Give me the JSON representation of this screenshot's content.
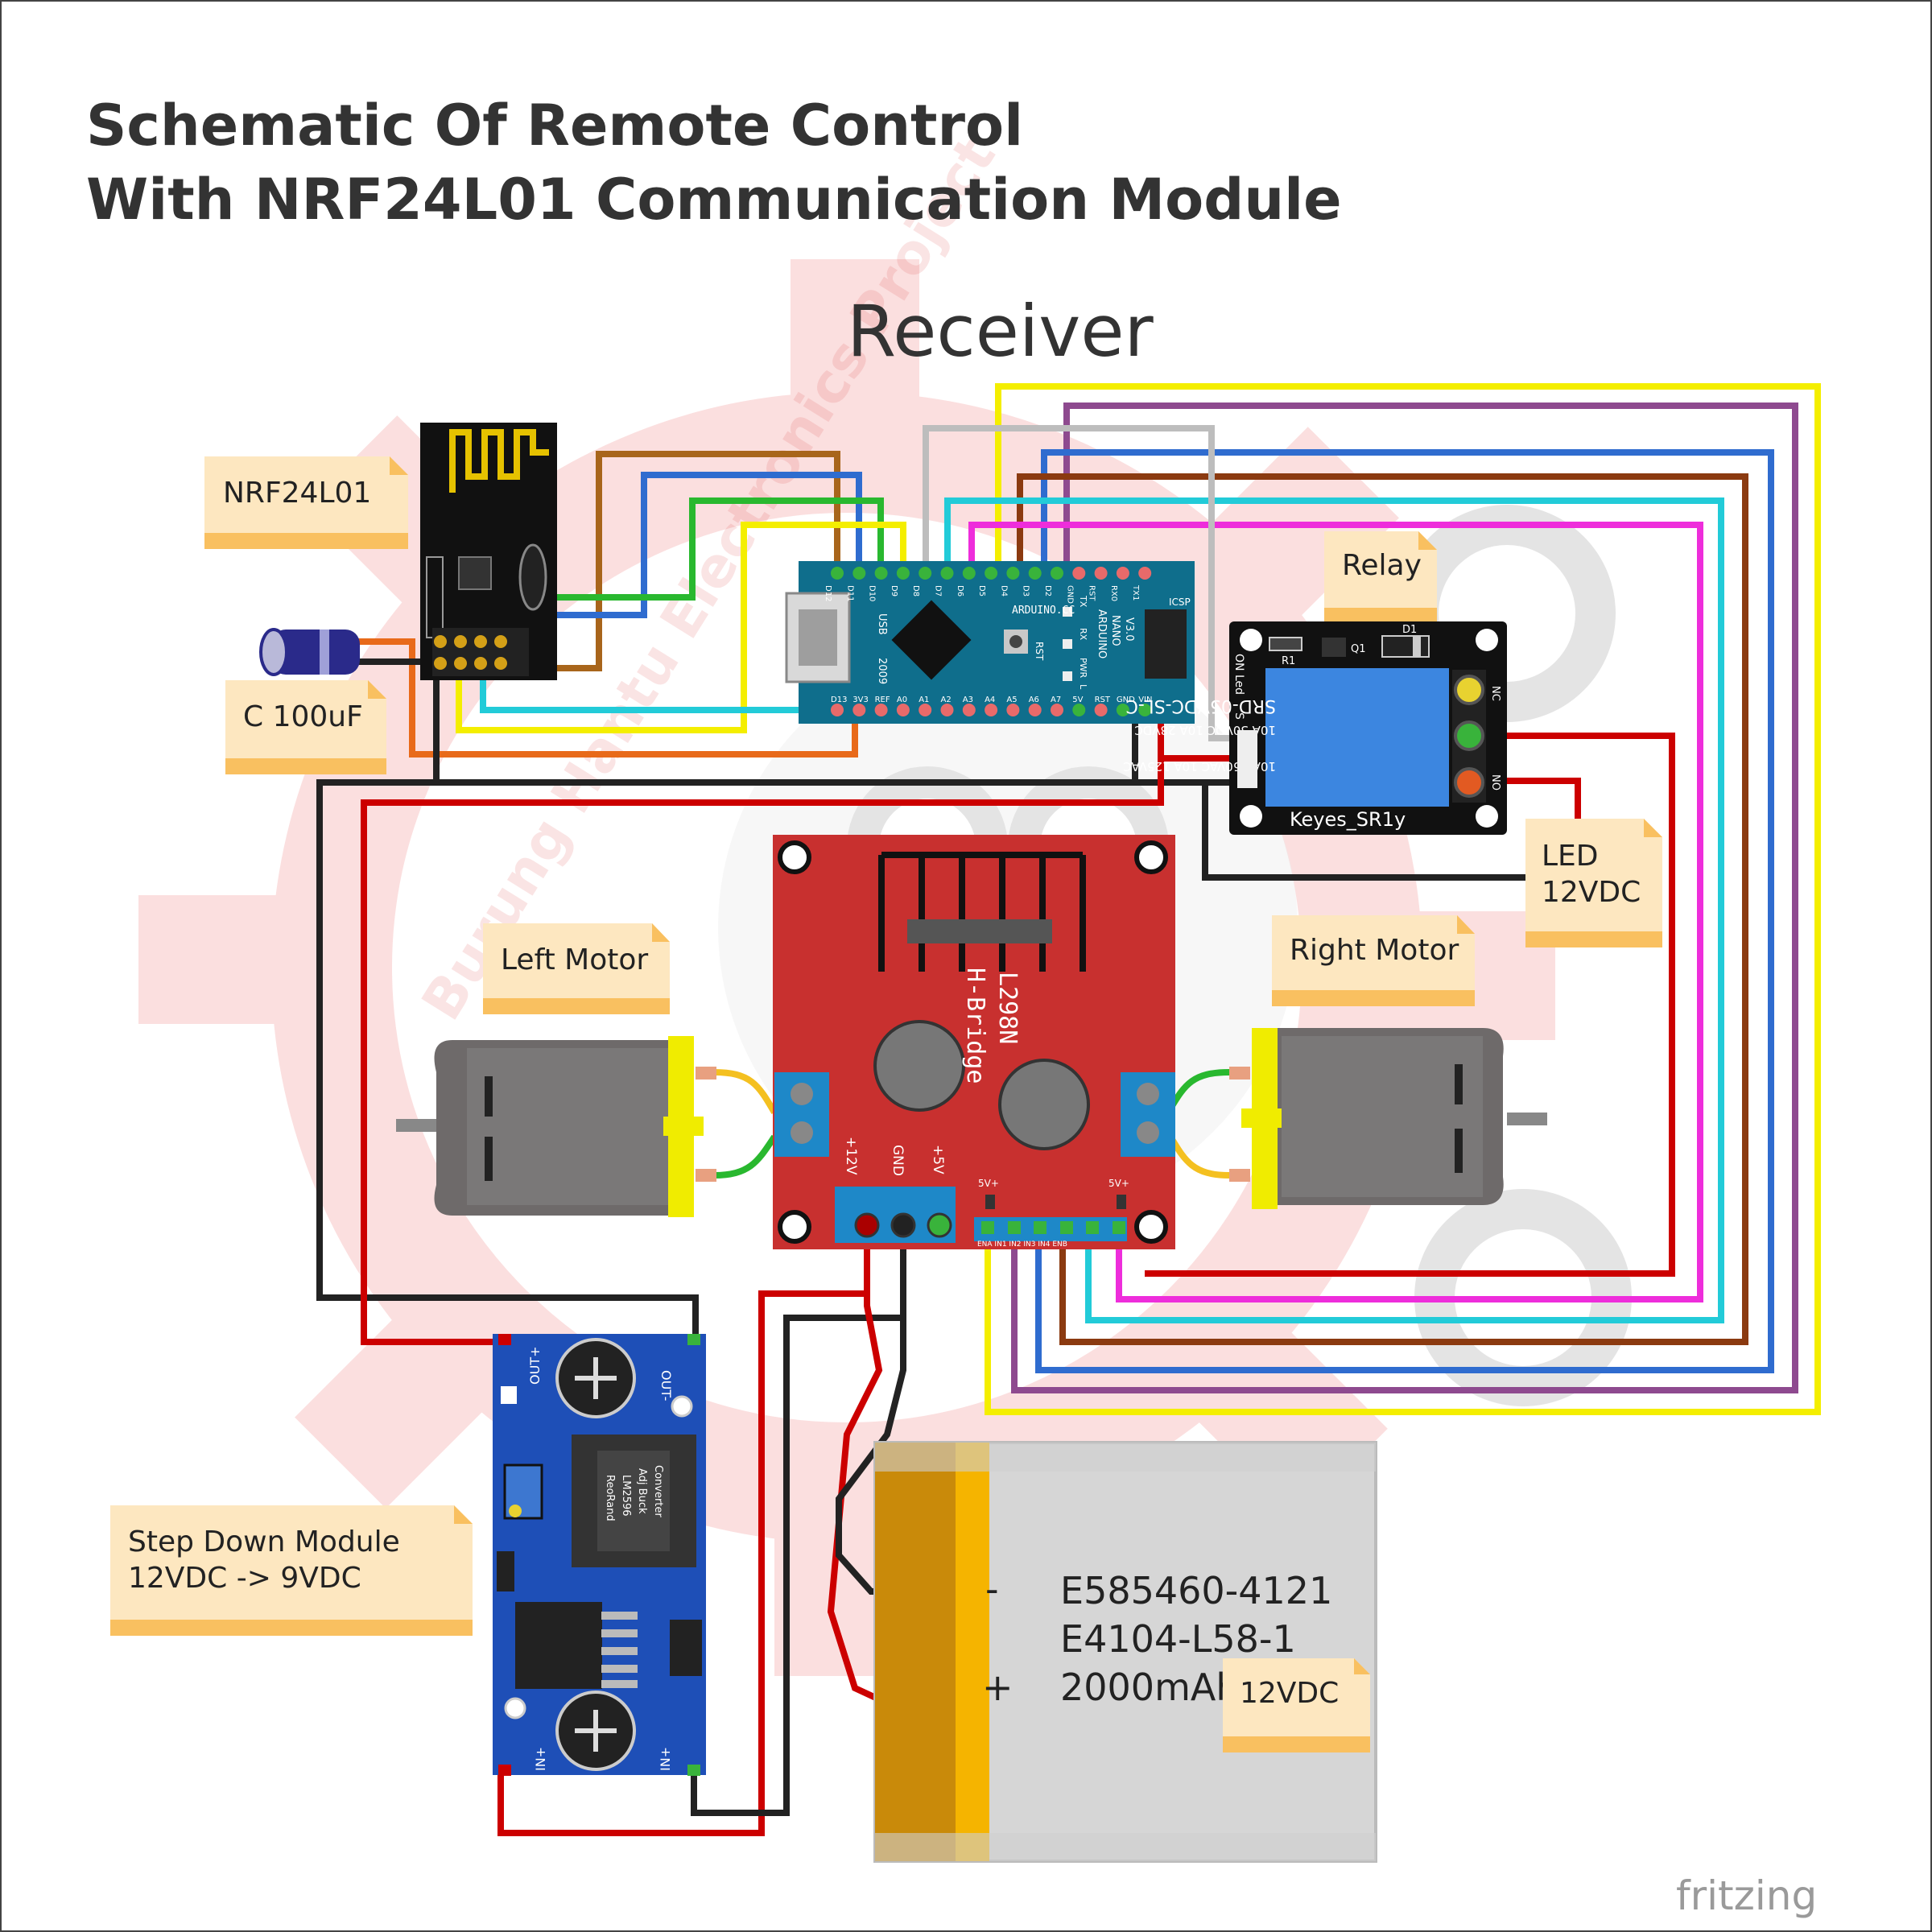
{
  "title": {
    "line1": "Schematic Of Remote Control",
    "line2": "With NRF24L01 Communication Module"
  },
  "subtitle": "Receiver",
  "watermark": "Burung Hantu Electronics Project",
  "footer": "fritzing",
  "notes": {
    "nrf": "NRF24L01",
    "cap": "C 100uF",
    "relay": "Relay",
    "led_line1": "LED",
    "led_line2": "12VDC",
    "left_motor": "Left Motor",
    "right_motor": "Right Motor",
    "stepdown_line1": "Step Down Module",
    "stepdown_line2": "12VDC -> 9VDC",
    "battery_voltage": "12VDC"
  },
  "arduino": {
    "top_pins": [
      "D12",
      "D11",
      "D10",
      "D9",
      "D8",
      "D7",
      "D6",
      "D5",
      "D4",
      "D3",
      "D2",
      "GND",
      "RST",
      "RX0",
      "TX1"
    ],
    "bottom_pins": [
      "D13",
      "3V3",
      "REF",
      "A0",
      "A1",
      "A2",
      "A3",
      "A4",
      "A5",
      "A6",
      "A7",
      "5V",
      "RST",
      "GND",
      "VIN"
    ],
    "labels": {
      "usb": "USB",
      "brand": "ARDUINO.CC",
      "model1": "ARDUINO",
      "model2": "NANO",
      "model3": "V3.0",
      "rst": "RST",
      "icsp": "ICSP",
      "tx": "TX",
      "rx": "RX",
      "pwr": "PWR",
      "l": "L",
      "year": "2009"
    }
  },
  "relay_module": {
    "name": "Keyes_SR1y",
    "part": "SRD-05VDC-SL-C",
    "rating1": "10A 250VAC  10A 125VAC",
    "rating2": "10A 30VDC  10A 28VDC",
    "led": "ON Led",
    "s": "S",
    "nc": "NC",
    "no": "NO",
    "r1": "R1",
    "q1": "Q1",
    "d1": "D1"
  },
  "hbridge": {
    "line1": "L298N",
    "line2": "H-Bridge",
    "p12": "+12V",
    "gnd": "GND",
    "p5": "+5V",
    "five_left": "5V+",
    "five_right": "5V+",
    "pins": "ENA IN1 IN2 IN3 IN4 ENB"
  },
  "stepdown": {
    "chip1": "ReoRand",
    "chip2": "LM2596",
    "chip3": "Adj Buck",
    "chip4": "Converter",
    "out_plus": "OUT+",
    "out_minus": "OUT-",
    "in_plus_left": "IN+",
    "in_plus_right": "IN+"
  },
  "battery": {
    "line1": "E585460-4121",
    "line2": "E4104-L58-1",
    "line3": "2000mAh",
    "minus": "-",
    "plus": "+"
  },
  "colors": {
    "yellow": "#f4ee00",
    "purple": "#8e4a8f",
    "blue": "#2f6ccf",
    "brown": "#8b3a10",
    "cyan": "#22cbd8",
    "magenta": "#ee2ddb",
    "red": "#cc0000",
    "black": "#222222",
    "green": "#29b82f",
    "orange": "#e86a1a",
    "gray": "#bdbdbd",
    "ochre": "#a8651b",
    "note": "#fde7c0",
    "note_band": "#f9c060",
    "nano": "#0f6e8c",
    "l298": "#c8302f",
    "lm2596": "#1e4fb7",
    "relay_blue": "#3c86e0"
  }
}
